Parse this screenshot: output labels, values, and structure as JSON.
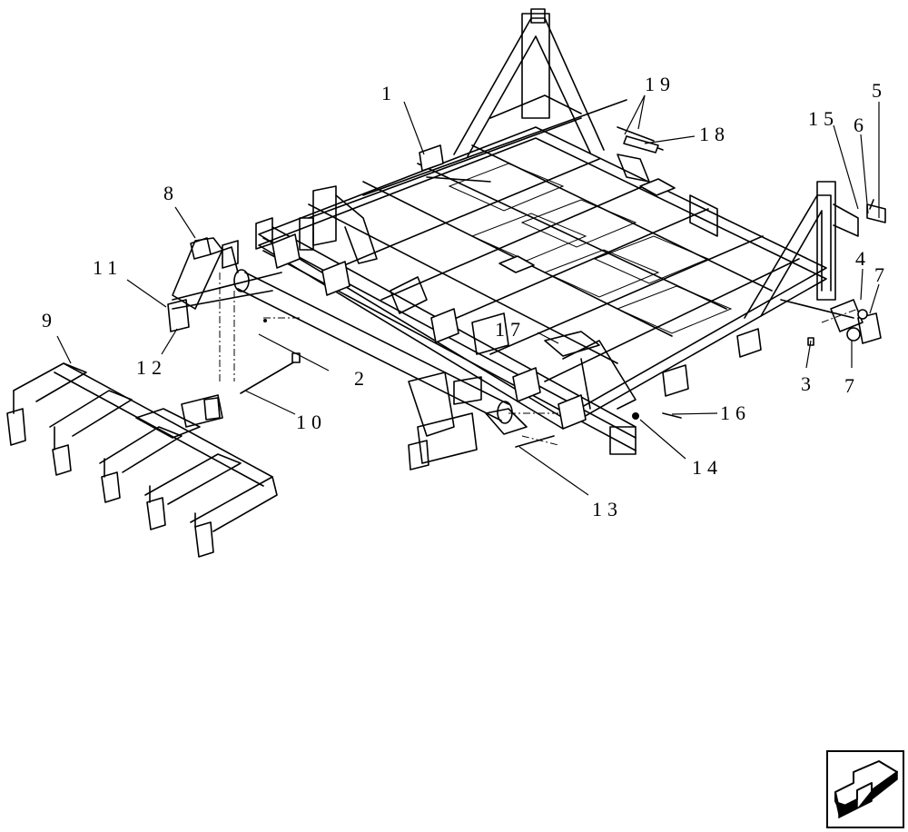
{
  "callouts": [
    {
      "id": "c1",
      "text": "1"
    },
    {
      "id": "c2",
      "text": "2"
    },
    {
      "id": "c3",
      "text": "3"
    },
    {
      "id": "c4",
      "text": "4"
    },
    {
      "id": "c5",
      "text": "5"
    },
    {
      "id": "c6",
      "text": "6"
    },
    {
      "id": "c7a",
      "text": "7"
    },
    {
      "id": "c7b",
      "text": "7"
    },
    {
      "id": "c8",
      "text": "8"
    },
    {
      "id": "c9",
      "text": "9"
    },
    {
      "id": "c10",
      "text": "10"
    },
    {
      "id": "c11",
      "text": "11"
    },
    {
      "id": "c12",
      "text": "12"
    },
    {
      "id": "c13",
      "text": "13"
    },
    {
      "id": "c14",
      "text": "14"
    },
    {
      "id": "c15",
      "text": "15"
    },
    {
      "id": "c16",
      "text": "16"
    },
    {
      "id": "c17",
      "text": "17"
    },
    {
      "id": "c18",
      "text": "18"
    },
    {
      "id": "c19",
      "text": "19"
    }
  ],
  "nav": {
    "icon": "next-page-arrow-icon"
  }
}
